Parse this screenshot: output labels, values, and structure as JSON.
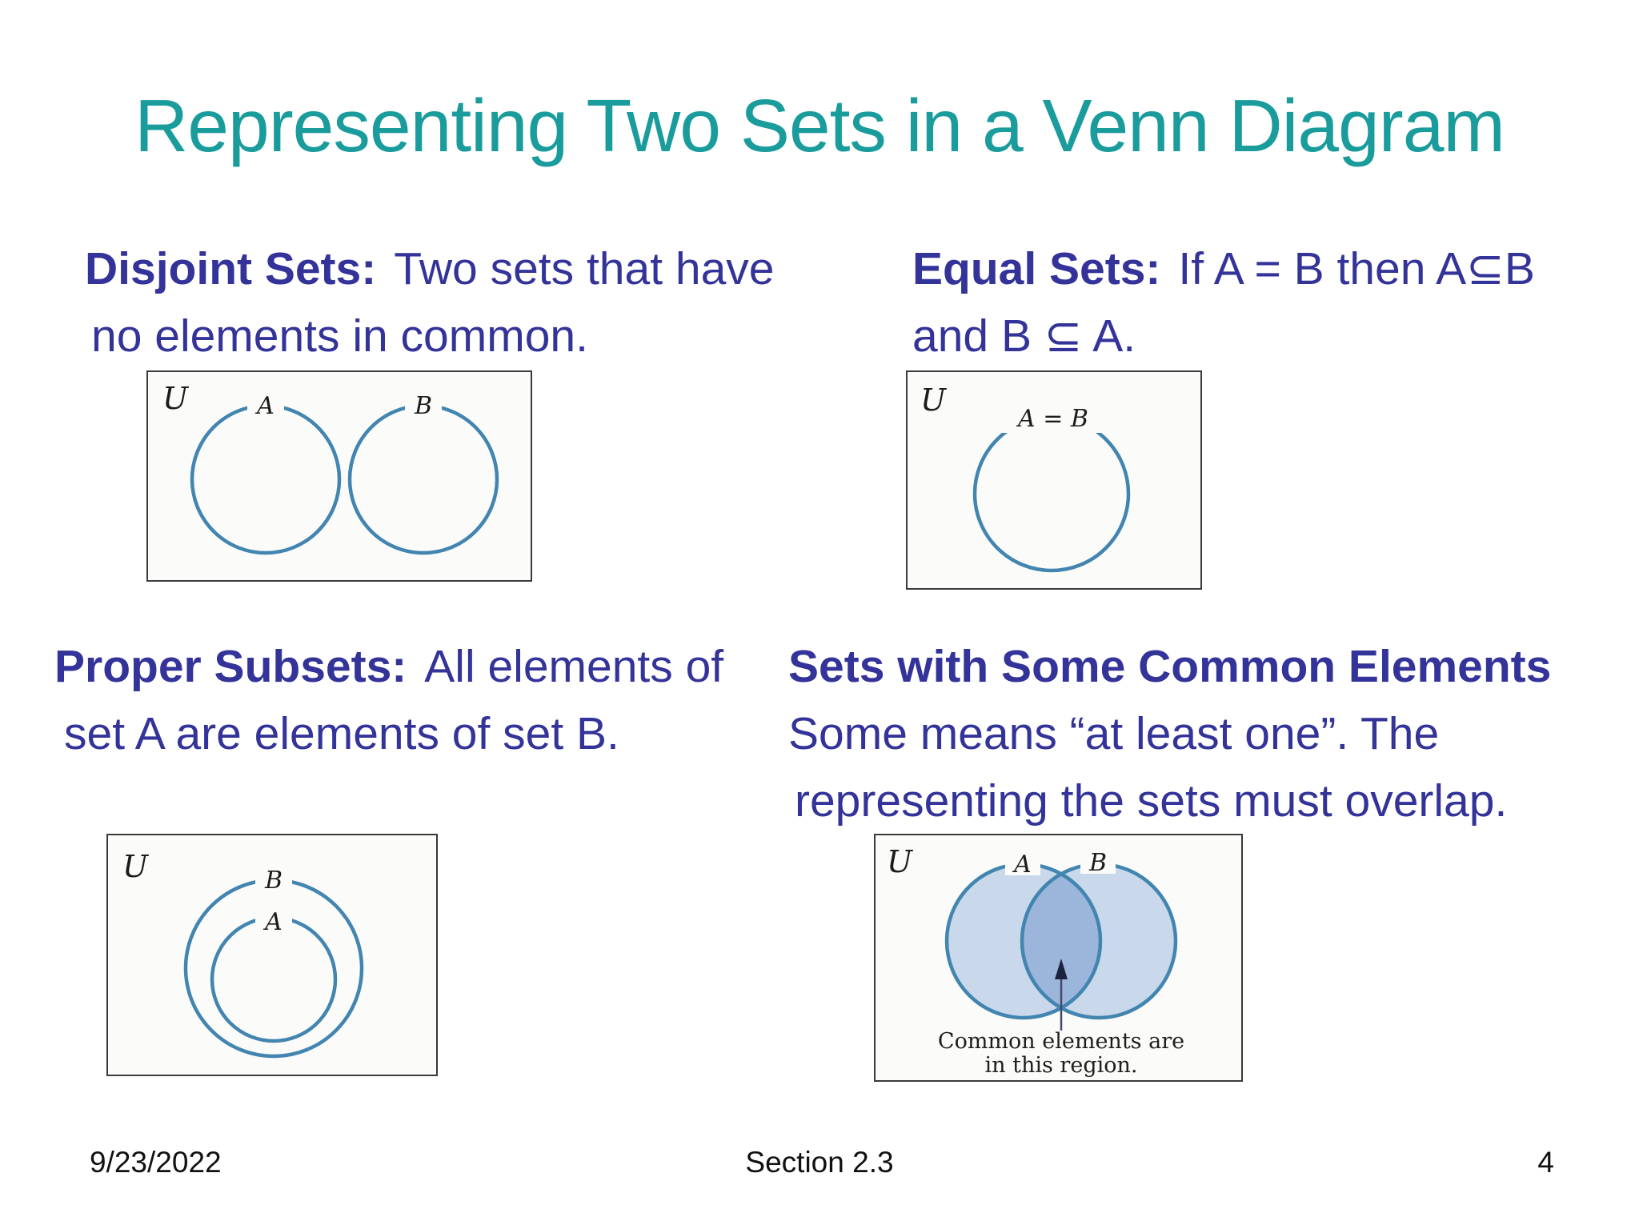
{
  "title": "Representing Two Sets in a Venn Diagram",
  "sections": {
    "disjoint": {
      "heading": "Disjoint Sets:",
      "line1": "Two sets that have",
      "line2": "no elements in common."
    },
    "equal": {
      "heading": "Equal Sets:",
      "line1": "If A = B then A⊆B",
      "line2": "and B ⊆ A."
    },
    "proper_subset": {
      "heading": "Proper Subsets:",
      "line1": "All elements of",
      "line2": "set A are elements of set B."
    },
    "common": {
      "heading": "Sets with Some Common Elements",
      "line1": "Some means “at least one”.  The",
      "line2": "representing the sets must overlap."
    }
  },
  "figures": {
    "disjoint": {
      "universe": "U",
      "label_a": "A",
      "label_b": "B"
    },
    "equal": {
      "universe": "U",
      "label": "A = B"
    },
    "proper_subset": {
      "universe": "U",
      "label_outer": "B",
      "label_inner": "A"
    },
    "common": {
      "universe": "U",
      "label_a": "A",
      "label_b": "B",
      "caption_line1": "Common elements are",
      "caption_line2": "in this region."
    }
  },
  "footer": {
    "date": "9/23/2022",
    "section": "Section 2.3",
    "page": "4"
  },
  "colors": {
    "title_teal": "#1A9C9C",
    "body_blue": "#333399",
    "circle_stroke": "#4285B0",
    "circle_fill": "#C9D8EB",
    "overlap_fill": "#9CB5DA"
  }
}
